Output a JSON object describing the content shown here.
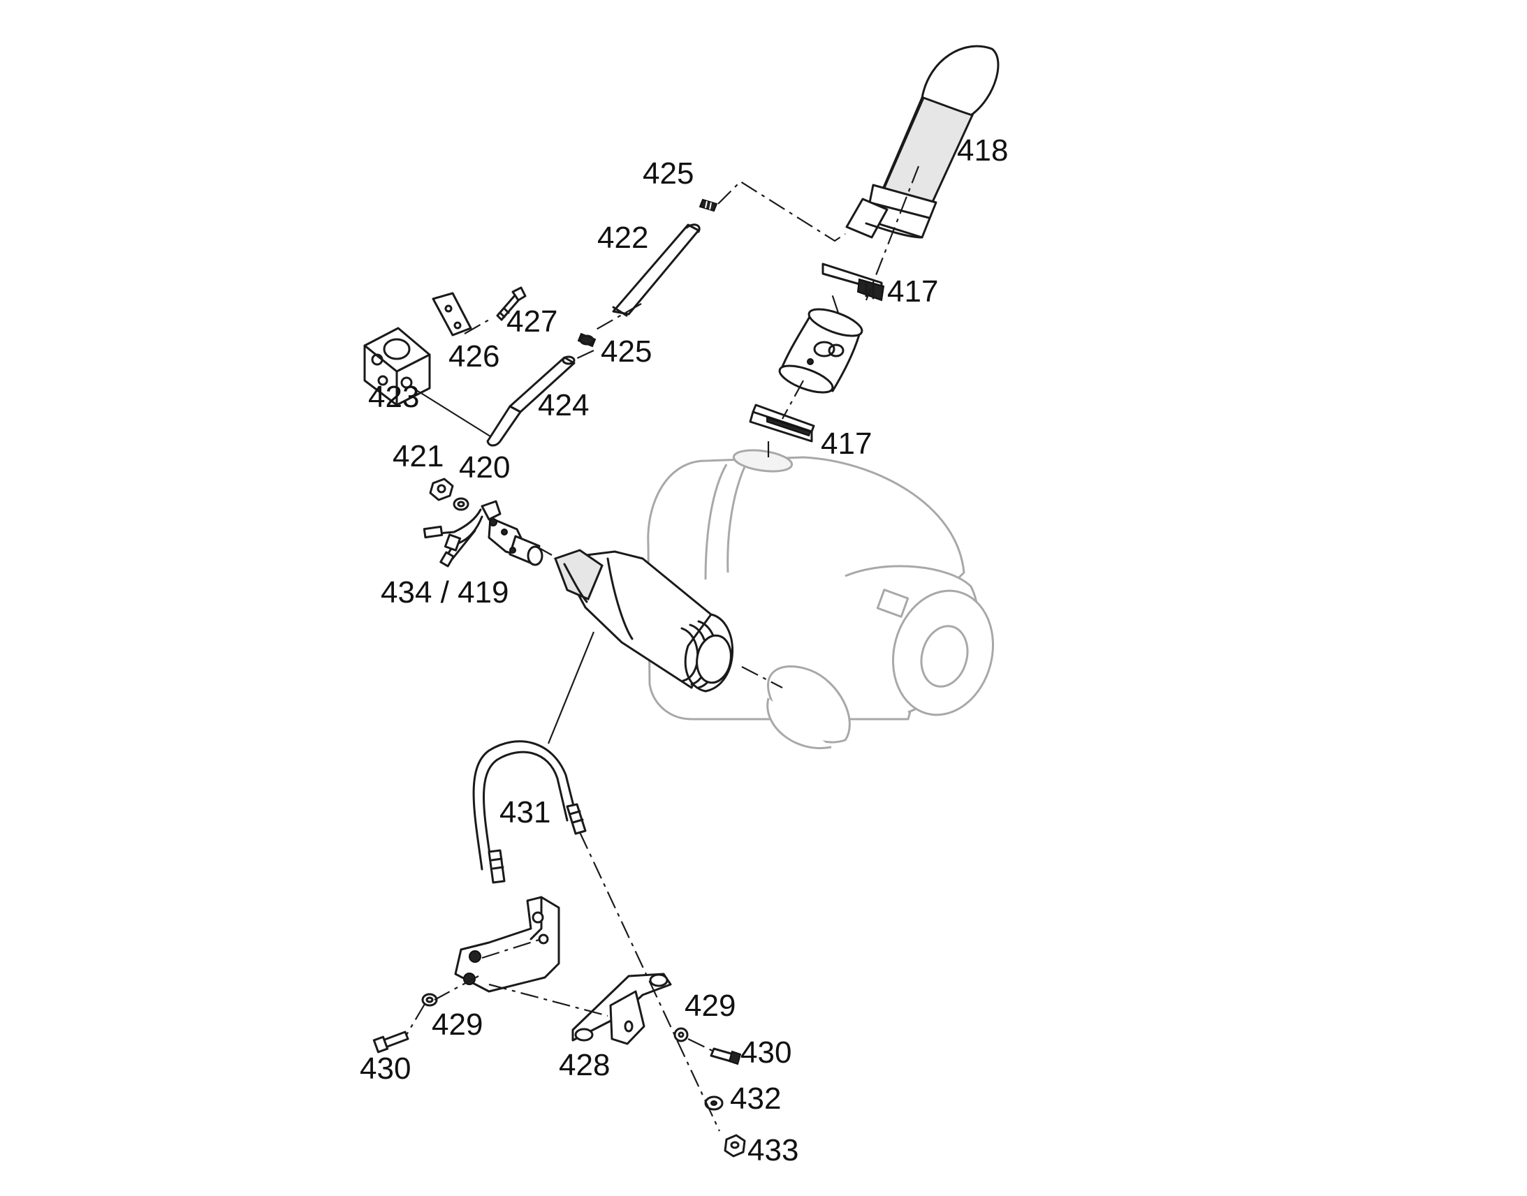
{
  "callouts": {
    "c417a": "417",
    "c417b": "417",
    "c418": "418",
    "c420": "420",
    "c421": "421",
    "c422": "422",
    "c423": "423",
    "c424": "424",
    "c425a": "425",
    "c425b": "425",
    "c426": "426",
    "c427": "427",
    "c428": "428",
    "c429a": "429",
    "c429b": "429",
    "c430a": "430",
    "c430b": "430",
    "c431": "431",
    "c432": "432",
    "c433": "433",
    "c434_419": "434 / 419"
  },
  "colors": {
    "linework": "#1a1a1a",
    "ghost_linework": "#a8a8a8",
    "background": "#ffffff"
  }
}
